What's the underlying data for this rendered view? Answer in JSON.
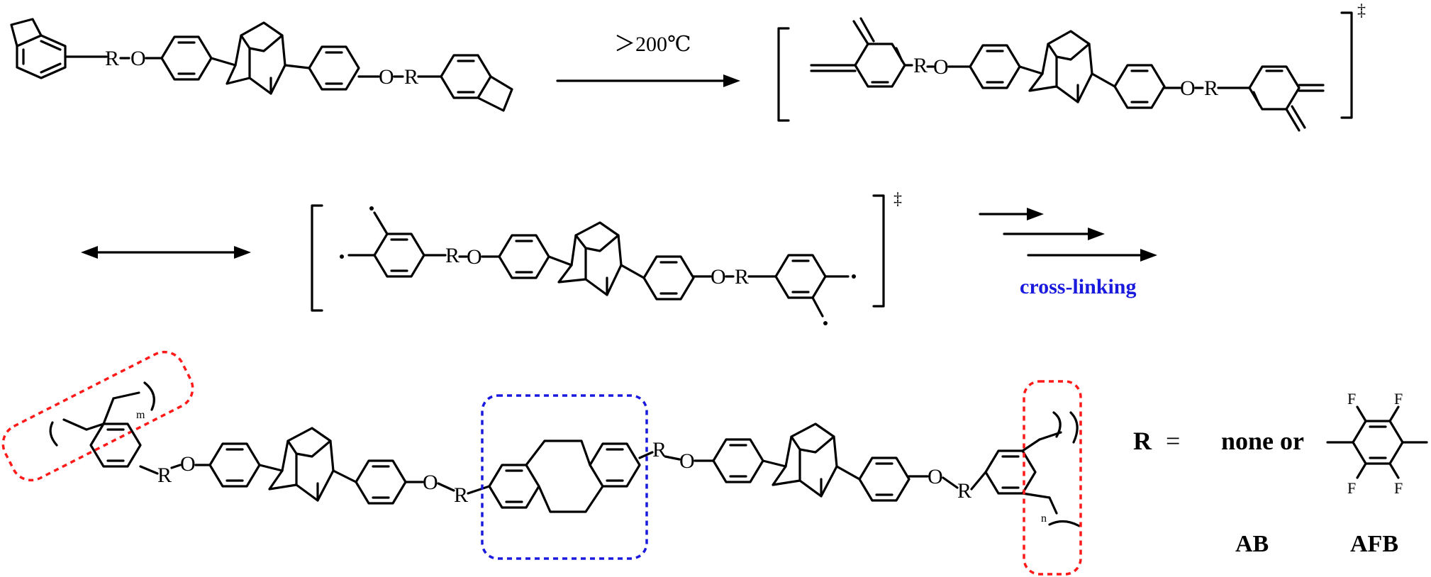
{
  "reaction": {
    "condition": "＞200℃",
    "cross_linking_label": "cross-linking",
    "dagger": "‡"
  },
  "atoms": {
    "R": "R",
    "O": "O",
    "F": "F",
    "m": "m",
    "n": "n"
  },
  "legend": {
    "r_label": "R",
    "equals": "=",
    "none_or": "none  or",
    "ab": "AB",
    "afb": "AFB"
  },
  "colors": {
    "text": "#000000",
    "cross_linking": "#1a1adf",
    "blue_box": "#1a1adf",
    "red_box": "#ff1a1a"
  }
}
